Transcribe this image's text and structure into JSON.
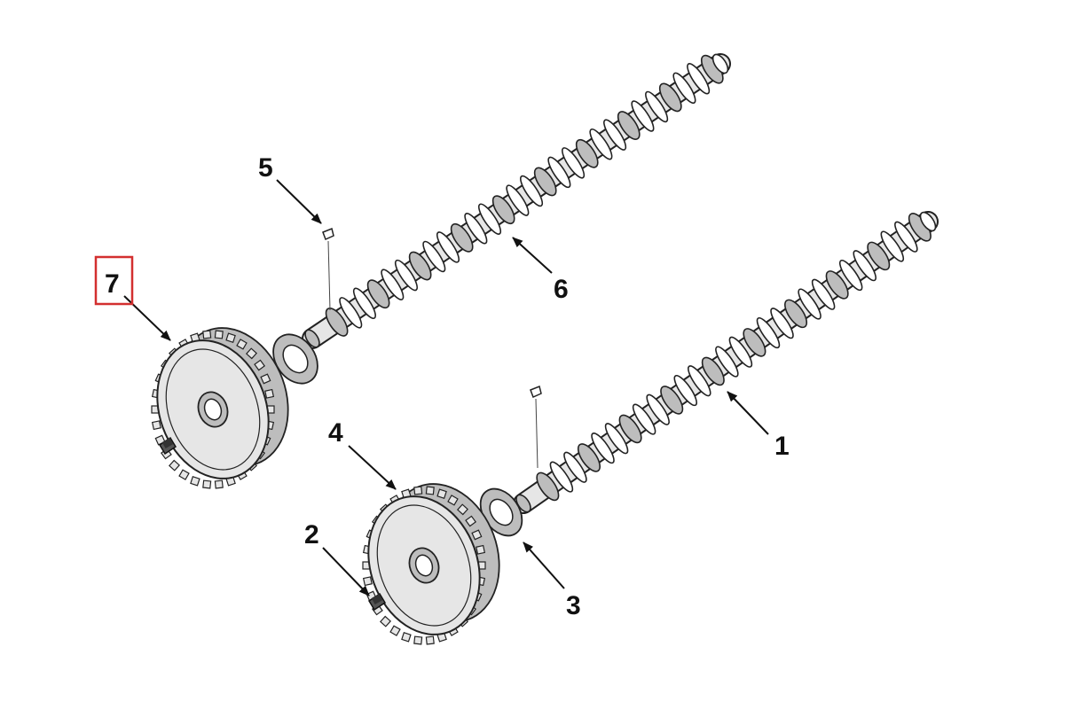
{
  "diagram": {
    "callouts": [
      {
        "id": "1",
        "label": "1"
      },
      {
        "id": "2",
        "label": "2"
      },
      {
        "id": "3",
        "label": "3"
      },
      {
        "id": "4",
        "label": "4"
      },
      {
        "id": "5",
        "label": "5"
      },
      {
        "id": "6",
        "label": "6"
      },
      {
        "id": "7",
        "label": "7",
        "highlighted": true
      }
    ],
    "colors": {
      "part_fill": "#e6e6e6",
      "part_shade": "#bdbdbd",
      "outline": "#222222",
      "highlight_box": "#d32f2f"
    }
  }
}
